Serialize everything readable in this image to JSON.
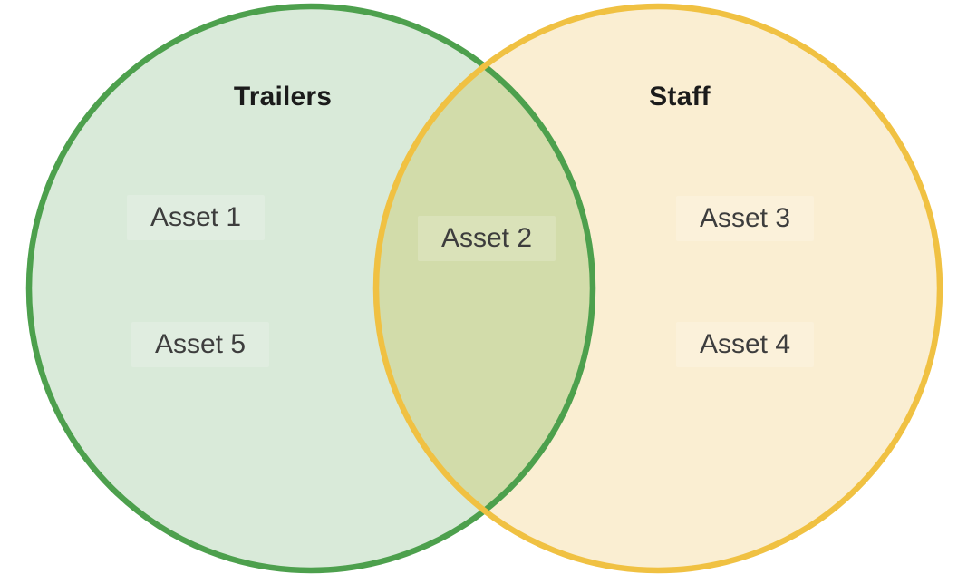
{
  "diagram": {
    "type": "venn",
    "sets": [
      {
        "label": "Trailers",
        "fill": "#d9ead9",
        "stroke": "#4da04d",
        "items": [
          "Asset 1",
          "Asset 5"
        ]
      },
      {
        "label": "Staff",
        "fill": "#faeed2",
        "stroke": "#f0c142",
        "items": [
          "Asset 3",
          "Asset 4"
        ]
      }
    ],
    "intersection": {
      "fill": "#d2dcaa",
      "items": [
        "Asset 2"
      ]
    }
  },
  "colors": {
    "background": "#ffffff",
    "title_text": "#1b1b1b",
    "item_text": "#3d3d3d"
  }
}
